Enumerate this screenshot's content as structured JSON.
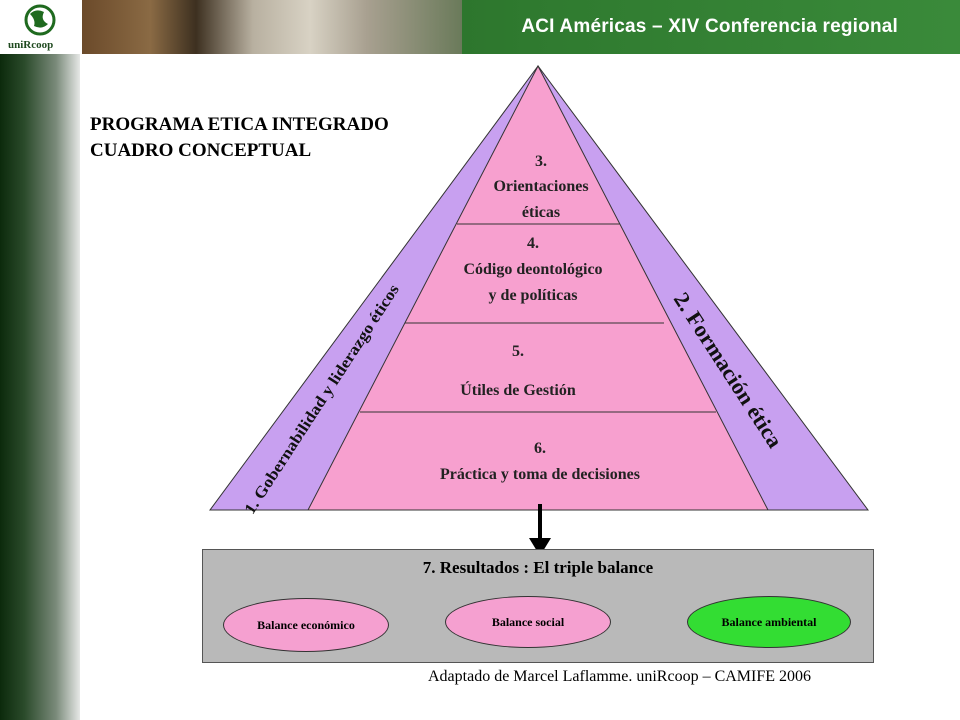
{
  "header": {
    "title": "ACI Américas – XIV Conferencia regional",
    "logo_text": "uniRcoop"
  },
  "diagram": {
    "title_line1": "PROGRAMA ETICA INTEGRADO",
    "title_line2": "CUADRO CONCEPTUAL",
    "left_side_label": "1. Gobernabilidad y liderazgo éticos",
    "right_side_label": "2. Formación ética",
    "levels": [
      {
        "number": "3.",
        "line1": "Orientaciones",
        "line2": "éticas"
      },
      {
        "number": "4.",
        "line1": "Código deontológico",
        "line2": "y de políticas"
      },
      {
        "number": "5.",
        "line1": "Útiles de Gestión"
      },
      {
        "number": "6.",
        "line1": "Práctica y toma de decisiones"
      }
    ],
    "results": {
      "title": "7. Resultados : El triple balance",
      "items": [
        "Balance económico",
        "Balance social",
        "Balance ambiental"
      ]
    },
    "credit": "Adaptado de Marcel Laflamme. uniRcoop – CAMIFE 2006"
  },
  "colors": {
    "header_green": "#2f7a2f",
    "outer_triangle": "#c8a0f0",
    "inner_triangle": "#f7a0cf",
    "ellipse_pink": "#f5a0d0",
    "ellipse_green": "#33dd33",
    "results_box": "#b9b9b9"
  }
}
